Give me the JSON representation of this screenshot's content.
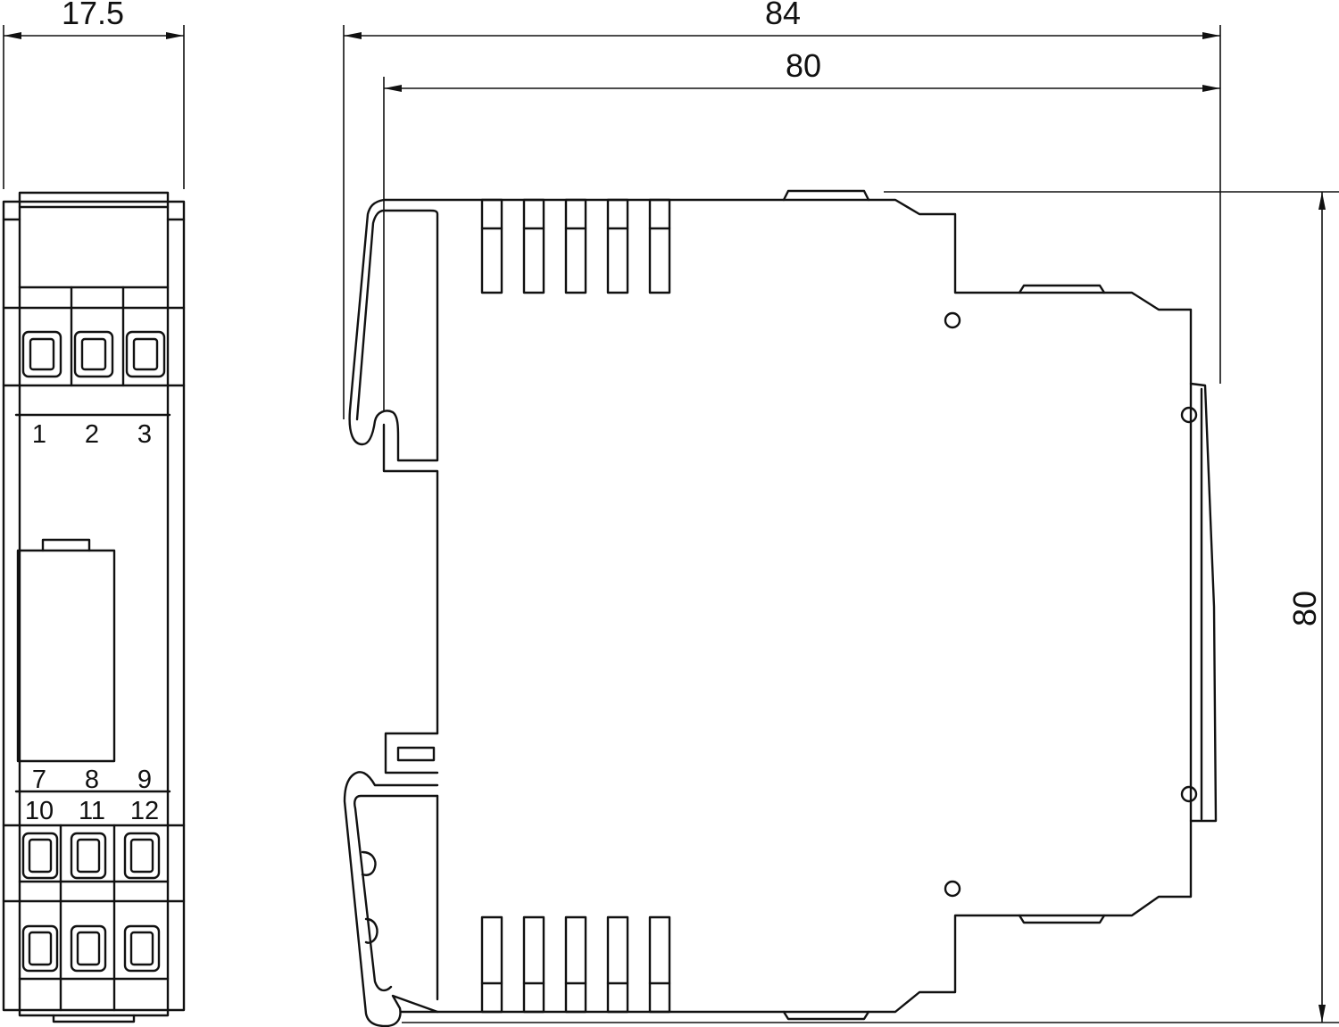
{
  "dimensions": {
    "front_width": "17.5",
    "overall_depth": "84",
    "body_depth": "80",
    "height": "80"
  },
  "terminals": {
    "top_row": [
      "1",
      "2",
      "3"
    ],
    "bottom_row_upper": [
      "7",
      "8",
      "9"
    ],
    "bottom_row_lower": [
      "10",
      "11",
      "12"
    ]
  },
  "colors": {
    "line": "#111111",
    "background": "#ffffff"
  }
}
